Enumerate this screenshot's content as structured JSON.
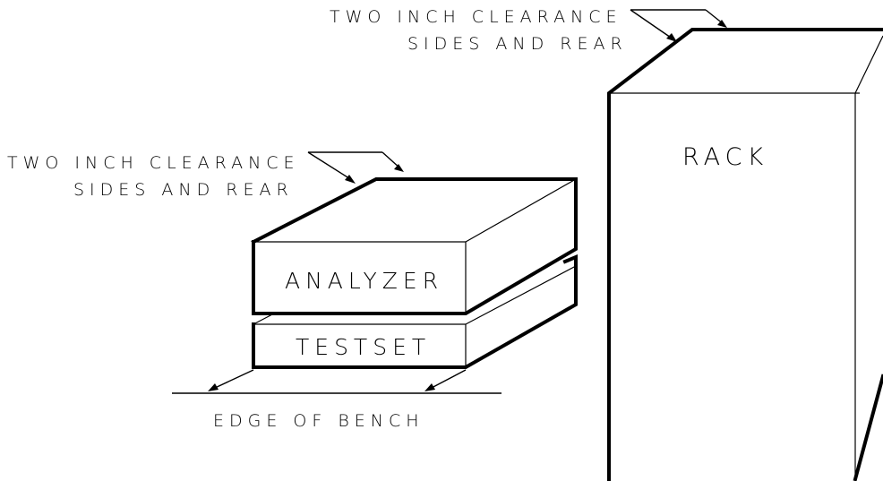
{
  "labels": {
    "rack_clearance_line1": "TWO INCH CLEARANCE",
    "rack_clearance_line2": "SIDES AND REAR",
    "bench_clearance_line1": "TWO INCH CLEARANCE",
    "bench_clearance_line2": "SIDES AND REAR",
    "rack": "RACK",
    "analyzer": "ANALYZER",
    "testset": "TESTSET",
    "edge_of_bench": "EDGE OF BENCH"
  },
  "colors": {
    "line": "#000000",
    "background": "#ffffff"
  }
}
